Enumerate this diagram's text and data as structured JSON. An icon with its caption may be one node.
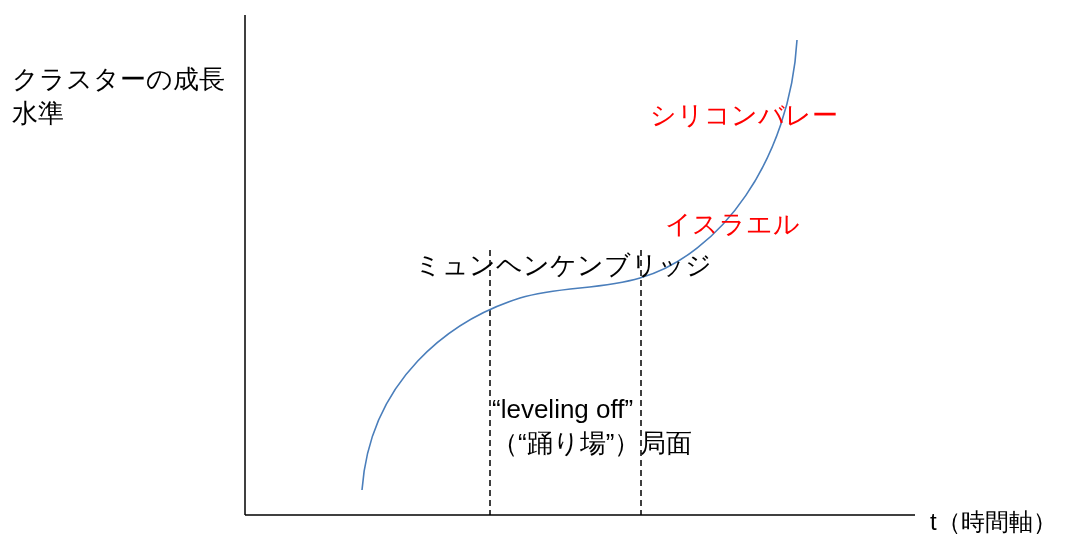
{
  "diagram": {
    "labels": [
      "クラスターの成長水準",
      "シリコンバレー",
      "イスラエル",
      "ミュンヘンケンブリッジ",
      "“leveling off” （“踊り場”）局面",
      "t（時間軸）"
    ]
  }
}
